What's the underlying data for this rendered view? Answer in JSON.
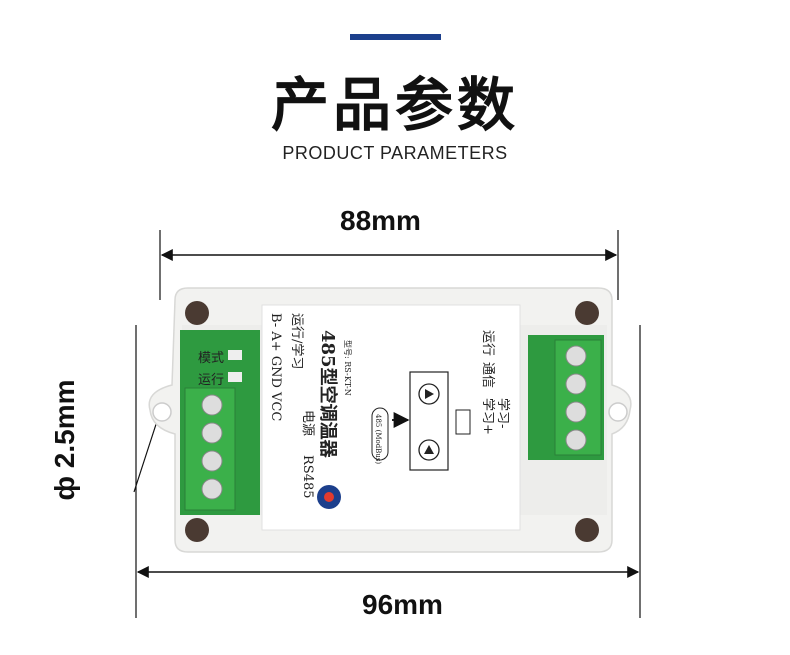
{
  "header": {
    "title": "产品参数",
    "subtitle": "PRODUCT PARAMETERS"
  },
  "dimensions": {
    "width_inner": "88mm",
    "width_outer": "96mm",
    "hole_diameter": "ф 2.5mm"
  },
  "label": {
    "left_col1": "模式",
    "left_col2": "运行",
    "left_top": "运行/学习",
    "pins": "B-  A+  GND VCC",
    "pin_group1": "RS485",
    "pin_group2": "电源",
    "product_name": "485型空调温器",
    "model": "型号: RS-KT-N",
    "center_tag": "485 (ModBus)",
    "right_run": "运行",
    "right_comm": "通信",
    "right_learn1": "学习+",
    "right_learn2": "学习-"
  },
  "colors": {
    "accent": "#1c3f8c",
    "terminal_green": "#3bb04a",
    "case": "#f2f2f0"
  }
}
